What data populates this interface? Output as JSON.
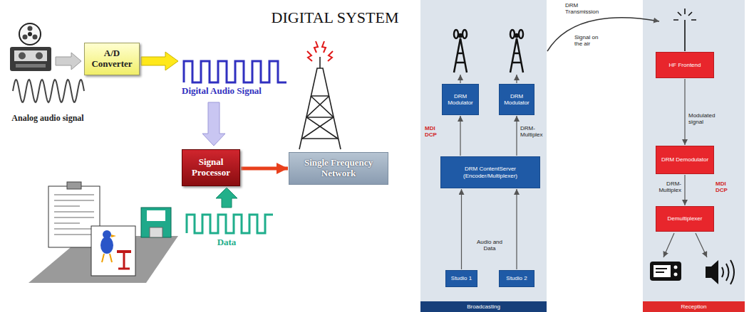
{
  "diagram": {
    "title": "DIGITAL SYSTEM",
    "nodes": [
      {
        "text": [
          "A/D Converter"
        ]
      },
      {
        "text": [
          "Signal Processor"
        ]
      },
      {
        "text": [
          "Single Frequency Network"
        ]
      },
      {
        "text": [
          "Broadcasting"
        ]
      },
      {
        "text": [
          "DRM Modulator"
        ],
        "in": 3
      },
      {
        "text": [
          "DRM Modulator"
        ],
        "in": 3
      },
      {
        "text": [
          "DRM ContentServer (Encoder/Multiplexer)"
        ],
        "in": 3
      },
      {
        "text": [
          "Studio 1"
        ],
        "in": 3
      },
      {
        "text": [
          "Studio 2"
        ],
        "in": 3
      },
      {
        "text": [
          "Reception"
        ]
      },
      {
        "text": [
          "HF Frontend"
        ],
        "in": 9
      },
      {
        "text": [
          "DRM Demodulator"
        ],
        "in": 9
      },
      {
        "text": [
          "Demultiplexer"
        ],
        "in": 9
      }
    ],
    "edges": [
      {
        "from": 1,
        "to": 2,
        "arrow": "to"
      },
      {
        "from": 7,
        "to": 6,
        "arrow": "to"
      },
      {
        "from": 8,
        "to": 6,
        "arrow": "to"
      },
      {
        "from": 6,
        "to": 4,
        "arrow": "to"
      },
      {
        "from": 6,
        "to": 5,
        "arrow": "to"
      },
      {
        "from": 10,
        "to": 11,
        "arrow": "to"
      },
      {
        "from": 11,
        "to": 12,
        "arrow": "to"
      }
    ],
    "labels": [
      "Digital Audio Signal",
      "Analog audio signal",
      "Data",
      "MDI DCP",
      "DRM-Multiplex",
      "Audio and Data",
      "DRM Transmission",
      "Signal on the air",
      "Modulated signal",
      "DRM-Multiplex",
      "MDI DCP"
    ]
  }
}
